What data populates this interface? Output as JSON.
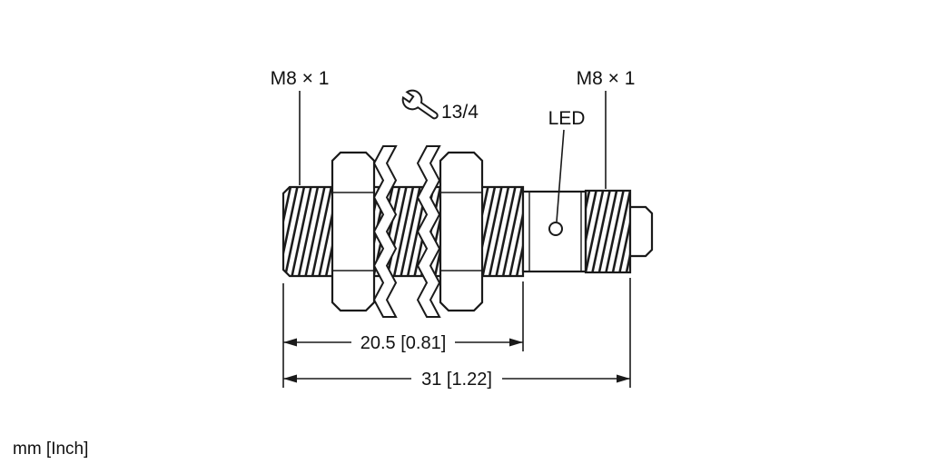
{
  "drawing": {
    "title": "sensor-dimensional-drawing",
    "labels": {
      "thread_left": "M8 × 1",
      "thread_right": "M8 × 1",
      "wrench_size": "13/4",
      "led": "LED"
    },
    "dimensions": {
      "body_length": "20.5 [0.81]",
      "total_length": "31 [1.22]"
    },
    "units_note": "mm [Inch]",
    "colors": {
      "line": "#1a1a1a",
      "background": "#ffffff"
    }
  }
}
